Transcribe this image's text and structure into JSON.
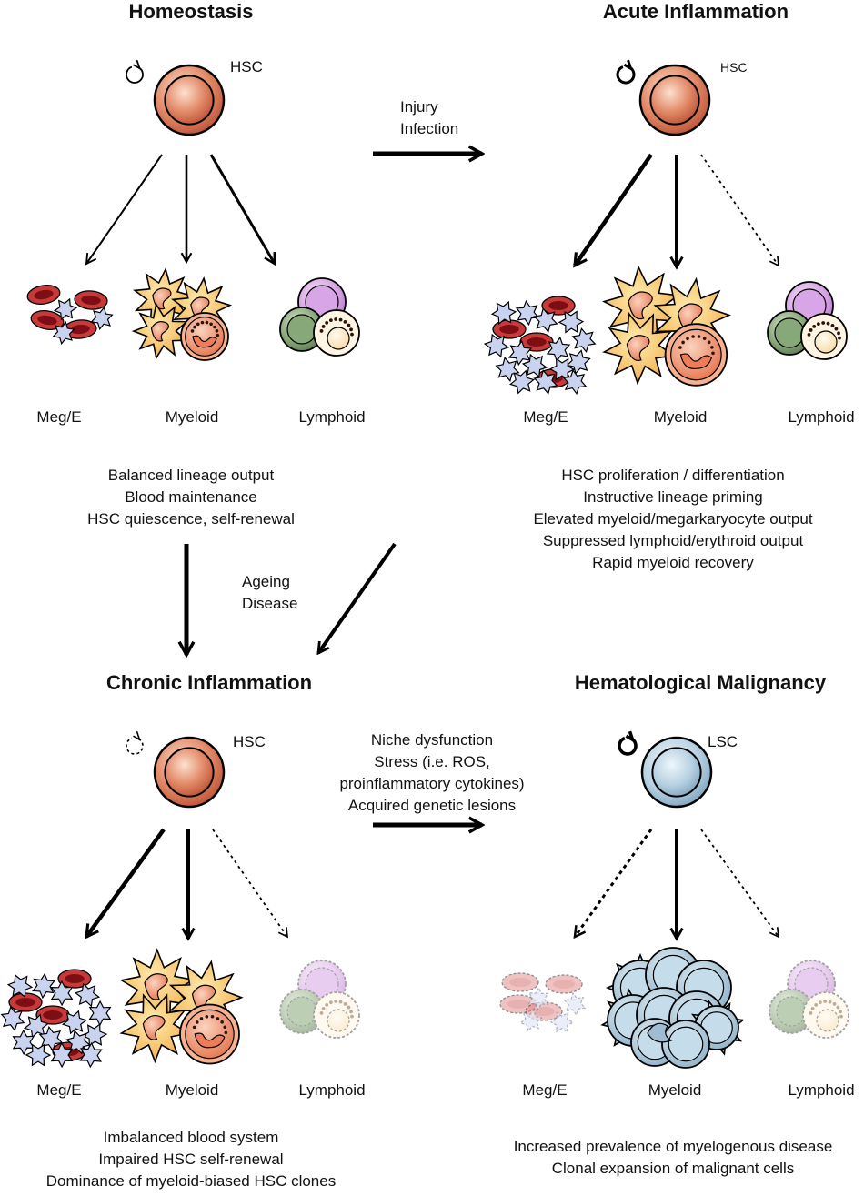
{
  "panels": {
    "homeostasis": {
      "title": "Homeostasis",
      "stem_label": "HSC",
      "lineages": [
        "Meg/E",
        "Myeloid",
        "Lymphoid"
      ],
      "description": [
        "Balanced lineage output",
        "Blood maintenance",
        "HSC quiescence, self-renewal"
      ]
    },
    "acute": {
      "title": "Acute Inflammation",
      "stem_label": "HSC",
      "lineages": [
        "Meg/E",
        "Myeloid",
        "Lymphoid"
      ],
      "description": [
        "HSC proliferation / differentiation",
        "Instructive lineage priming",
        "Elevated myeloid/megarkaryocyte output",
        "Suppressed lymphoid/erythroid output",
        "Rapid myeloid recovery"
      ]
    },
    "chronic": {
      "title": "Chronic Inflammation",
      "stem_label": "HSC",
      "lineages": [
        "Meg/E",
        "Myeloid",
        "Lymphoid"
      ],
      "description": [
        "Imbalanced blood system",
        "Impaired HSC self-renewal",
        "Dominance of myeloid-biased HSC clones"
      ]
    },
    "malignancy": {
      "title": "Hematological Malignancy",
      "stem_label": "LSC",
      "lineages": [
        "Meg/E",
        "Myeloid",
        "Lymphoid"
      ],
      "description": [
        "Increased prevalence of myelogenous disease",
        "Clonal expansion of malignant cells"
      ]
    }
  },
  "transitions": {
    "homeostasis_to_acute": [
      "Injury",
      "Infection"
    ],
    "to_chronic": [
      "Ageing",
      "Disease"
    ],
    "chronic_to_malignancy": [
      "Niche dysfunction",
      "Stress (i.e. ROS,",
      "proinflammatory cytokines)",
      "Acquired genetic lesions"
    ]
  },
  "colors": {
    "hsc_fill": "#d9775a",
    "lsc_fill": "#b9d3e3",
    "rbc": "#b5252b",
    "platelet": "#c9d3ef",
    "myeloid_cyto": "#f7b950",
    "myeloid_nucleus": "#ee8b63",
    "lymph_purple": "#d8aee3",
    "lymph_green": "#8eaa80",
    "lymph_cream": "#fbe3b6"
  },
  "icons": [
    "self-renewal-arrow-icon",
    "hsc-cell-icon",
    "lsc-cell-icon",
    "red-blood-cell-icon",
    "platelet-icon",
    "macrophage-icon",
    "neutrophil-icon",
    "lymphocyte-icon"
  ]
}
